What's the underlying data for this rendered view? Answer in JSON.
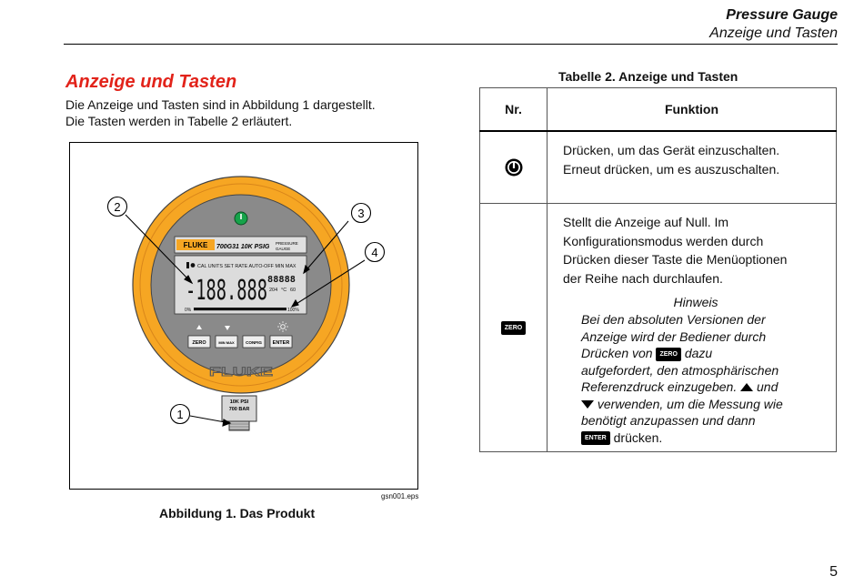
{
  "header": {
    "title": "Pressure Gauge",
    "subtitle": "Anzeige und Tasten"
  },
  "section": {
    "title": "Anzeige und Tasten",
    "intro_line1": "Die Anzeige und Tasten sind in Abbildung 1 dargestellt.",
    "intro_line2": "Die Tasten werden in Tabelle 2 erläutert."
  },
  "figure": {
    "file": "gsn001.eps",
    "caption": "Abbildung 1. Das Produkt",
    "callouts": [
      "1",
      "2",
      "3",
      "4"
    ],
    "gauge": {
      "brand_panel": "FLUKE",
      "model": "700G31 10K PSIG",
      "gauge_label_1": "PRESSURE",
      "gauge_label_2": "GAUGE",
      "status_line": "CAL UNITS SET RATE AUTO-OFF MIN MAX",
      "main_reading": "-188.888",
      "small_reading": "88888",
      "temp_value": "204",
      "temp_unit": "°C",
      "temp_aux": "60",
      "bar_min": "0%",
      "bar_max": "100%",
      "buttons": [
        "ZERO",
        "MIN MAX",
        "CONFIG",
        "ENTER"
      ],
      "brand_front": "FLUKE",
      "fitting_line1": "10K PSI",
      "fitting_line2": "700 BAR"
    }
  },
  "table": {
    "caption": "Tabelle 2. Anzeige und Tasten",
    "col_nr": "Nr.",
    "col_funktion": "Funktion",
    "row1": {
      "icon": "power-icon",
      "text_line1": "Drücken, um das Gerät einzuschalten.",
      "text_line2": "Erneut drücken, um es auszuschalten."
    },
    "row2": {
      "key": "ZERO",
      "text_l1": "Stellt die Anzeige auf Null. Im",
      "text_l2": "Konfigurationsmodus werden durch",
      "text_l3": "Drücken dieser Taste die Menüoptionen",
      "text_l4": "der Reihe nach durchlaufen.",
      "note_title": "Hinweis",
      "note_l1": "Bei den absoluten Versionen der",
      "note_l2": "Anzeige wird der Bediener durch",
      "note_l3a": "Drücken von",
      "note_key1": "ZERO",
      "note_l3b": "dazu",
      "note_l4": "aufgefordert, den atmosphärischen",
      "note_l5a": "Referenzdruck einzugeben.",
      "note_l5b": "und",
      "note_l6b": "verwenden, um die Messung wie",
      "note_l7": "benötigt anzupassen und dann",
      "note_key2": "ENTER",
      "note_l8b": "drücken."
    }
  },
  "page_number": "5"
}
